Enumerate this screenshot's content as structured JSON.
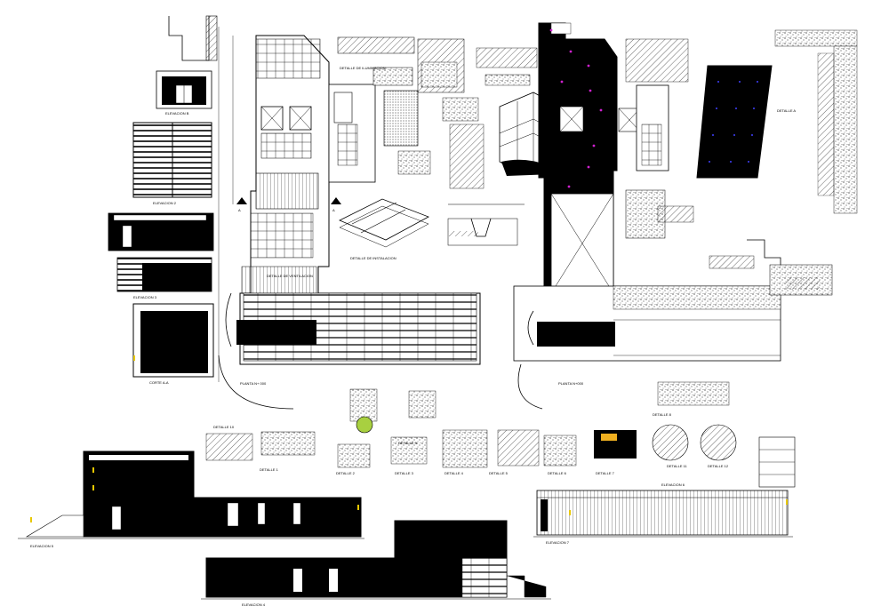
{
  "sheet": {
    "labels": {
      "elev_b": "ELEVACION B",
      "elev_2": "ELEVACION 2",
      "elev_3": "ELEVACION 3",
      "corte_aa": "CORTE A-A",
      "detalle_de_iluminacion": "DETALLE DE ILUMINACION",
      "detalle_de_instalacion": "DETALLE DE INSTALACION",
      "detalle_de_ventilacion": "DETALLE DE VENTILACION",
      "planta_nivel_1": "PLANTA N+ 000",
      "planta_nivel_2": "PLANTA N+000",
      "elevacion_bottom_left": "ELEVACION 5",
      "elevacion_bottom_center": "ELEVACION 4",
      "elevacion_right": "ELEVACION 6",
      "elevacion_right_2": "ELEVACION 7",
      "detalle_a": "DETALLE A",
      "detalle_1": "DETALLE 1",
      "detalle_2": "DETALLE 2",
      "detalle_3": "DETALLE 3",
      "detalle_4": "DETALLE 4",
      "detalle_5": "DETALLE 5",
      "detalle_6": "DETALLE 6",
      "detalle_7": "DETALLE 7",
      "detalle_8": "DETALLE 8",
      "detalle_9": "DETALLE 9",
      "detalle_10": "DETALLE 10",
      "detalle_11": "DETALLE 11",
      "detalle_12": "DETALLE 12",
      "section_mark": "A"
    }
  }
}
